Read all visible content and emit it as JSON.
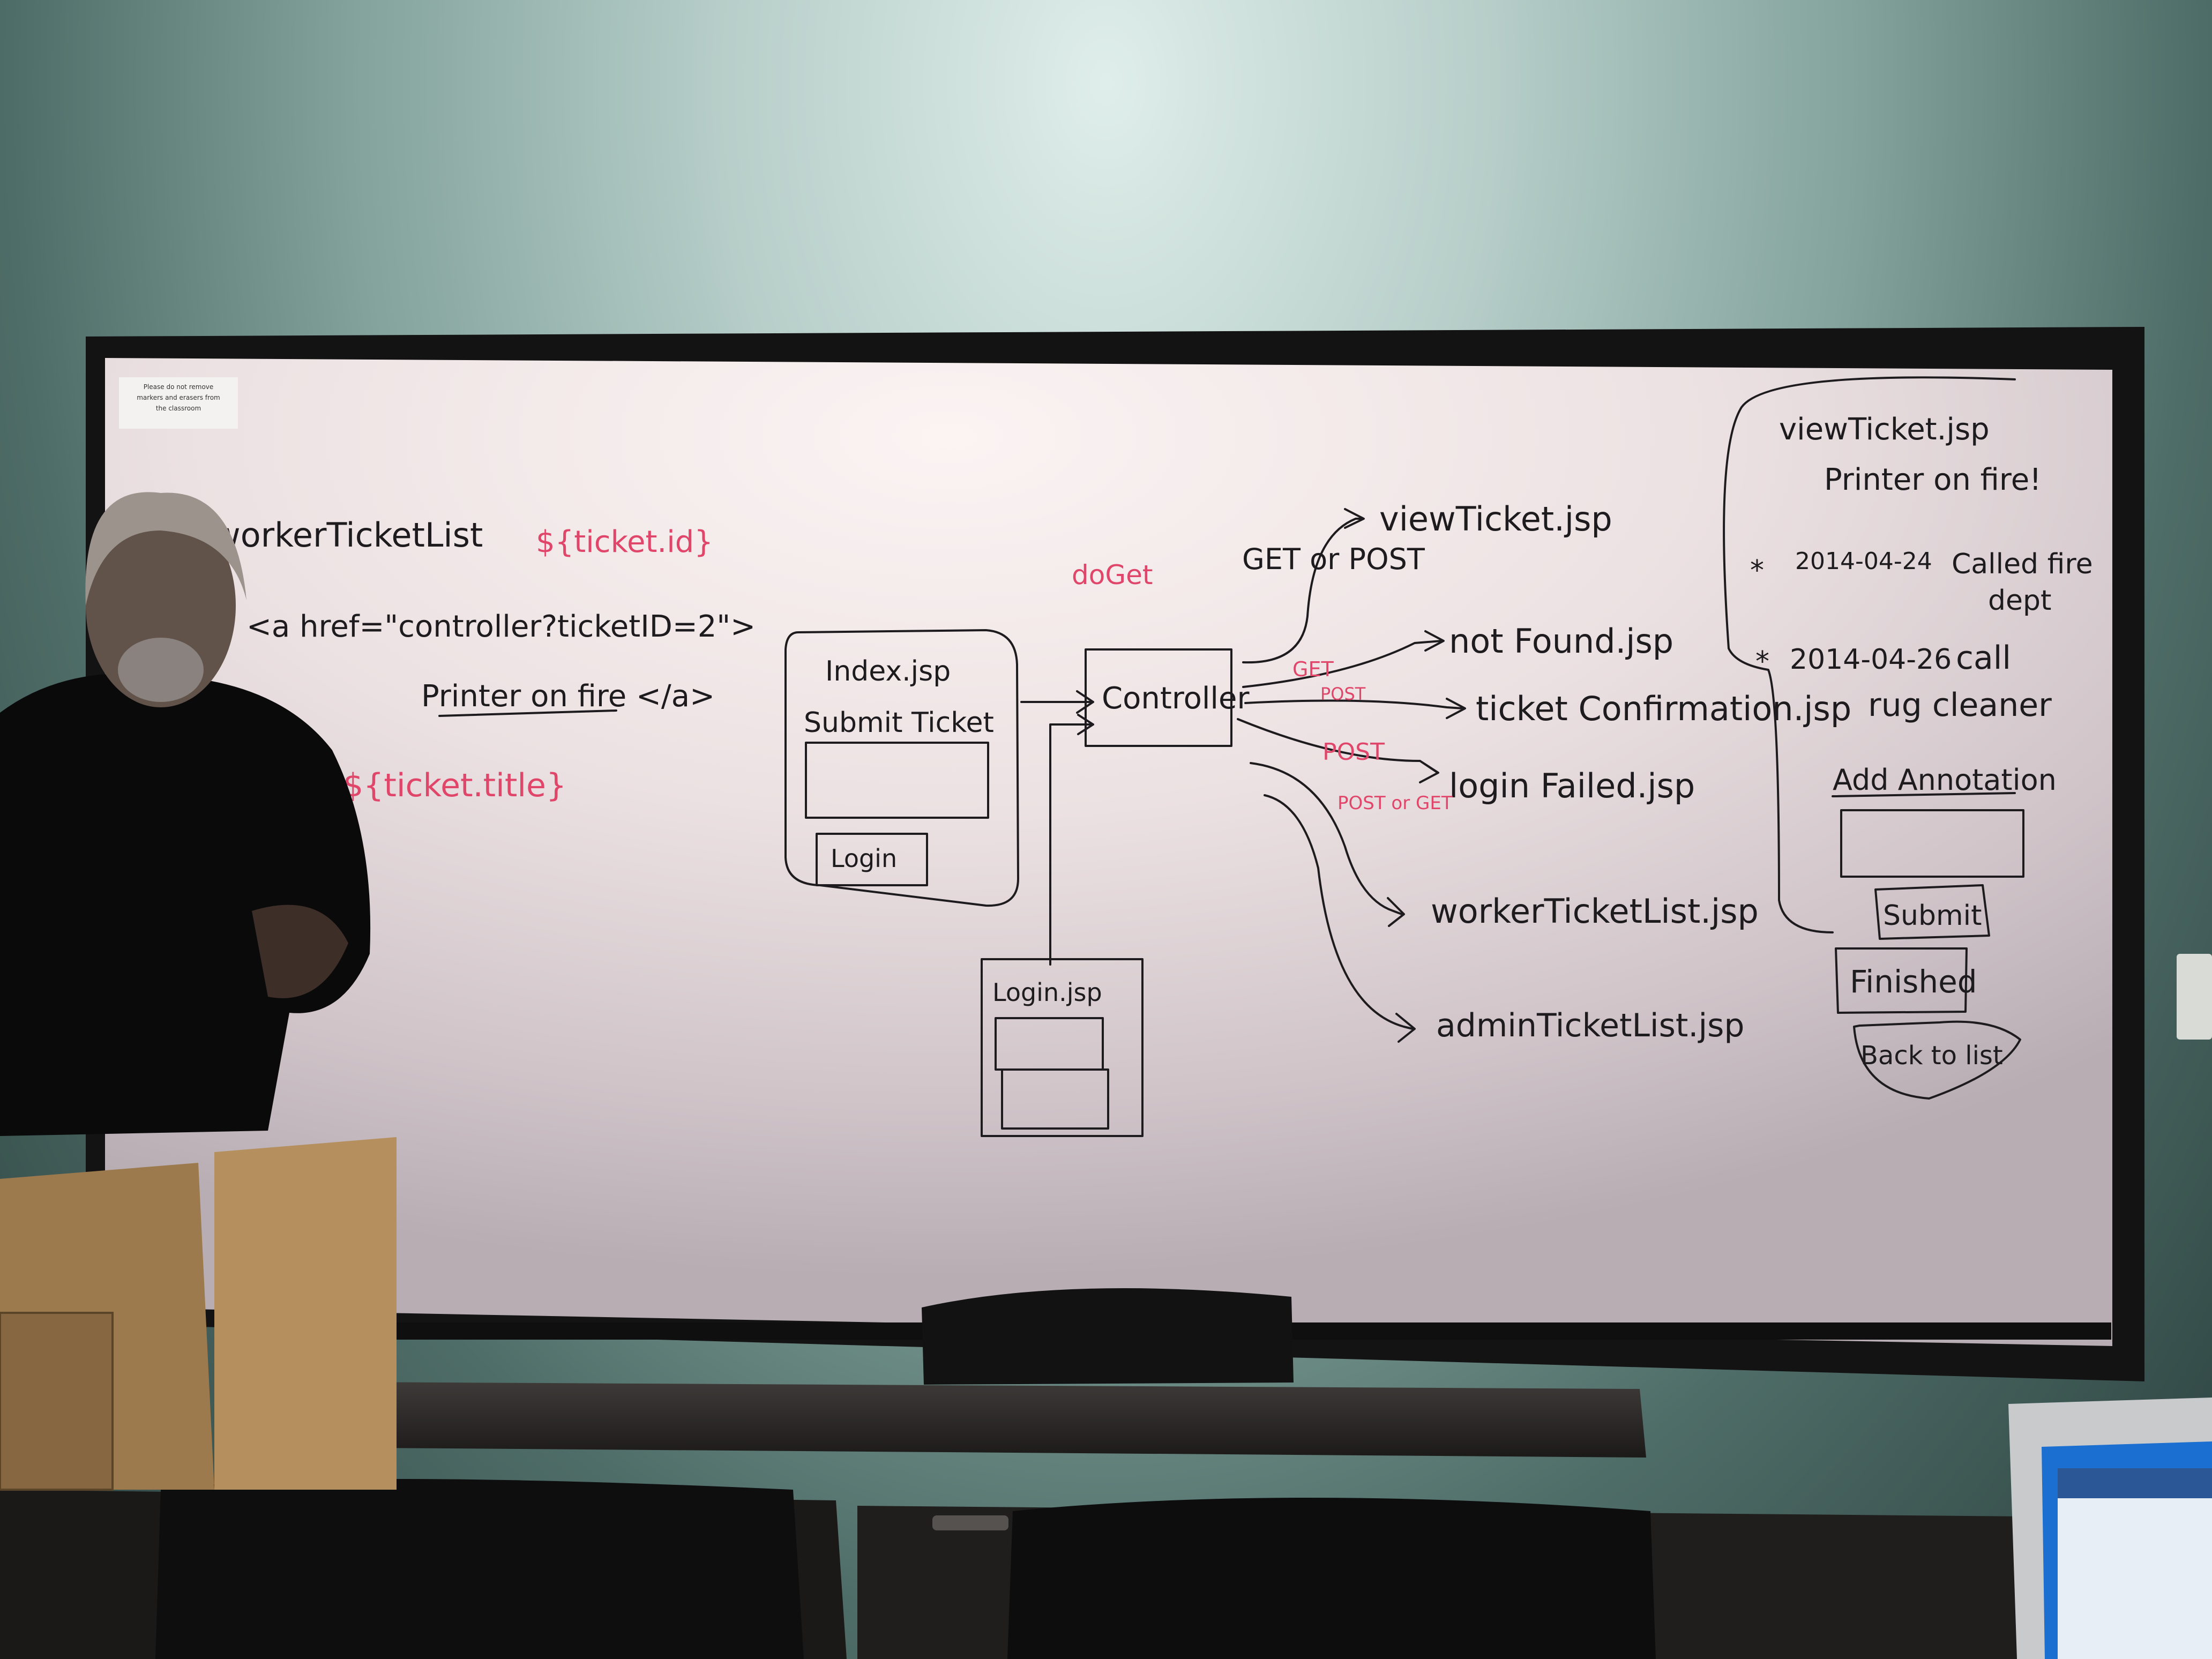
{
  "whiteboard": {
    "notice": [
      "Please do not remove",
      "markers and erasers from",
      "the classroom"
    ],
    "left_notes": {
      "black": [
        "workerTicketList",
        "<a href=\"controller?ticketID=2\">",
        "Printer on fire </a>"
      ],
      "red": [
        "${ticket.id}",
        "${ticket.title}",
        "doGet"
      ]
    },
    "diagram": {
      "index_box": {
        "title": "Index.jsp",
        "label": "Submit Ticket",
        "button": "Login"
      },
      "login_box": {
        "title": "Login.jsp"
      },
      "controller": "Controller",
      "get_or_post": "GET or POST",
      "targets": [
        "viewTicket.jsp",
        "not Found.jsp",
        "ticket Confirmation.jsp",
        "login Failed.jsp",
        "workerTicketList.jsp",
        "adminTicketList.jsp"
      ],
      "arrow_labels_red": [
        "GET",
        "POST",
        "POST",
        "POST or GET"
      ]
    },
    "view_ticket_panel": {
      "title": "viewTicket.jsp",
      "subtitle": "Printer on fire!",
      "entries": [
        {
          "bullet": "*",
          "date": "2014-04-24",
          "text": [
            "Called fire",
            "dept"
          ]
        },
        {
          "bullet": "*",
          "date": "2014-04-26",
          "text": [
            "call",
            "rug cleaner"
          ]
        }
      ],
      "annotation_label": "Add Annotation",
      "buttons": [
        "Submit",
        "Finished",
        "Back to list"
      ]
    }
  },
  "colors": {
    "black_marker": "#1d1b1e",
    "red_marker": "#e0466a",
    "wall": "#9fbab5"
  }
}
